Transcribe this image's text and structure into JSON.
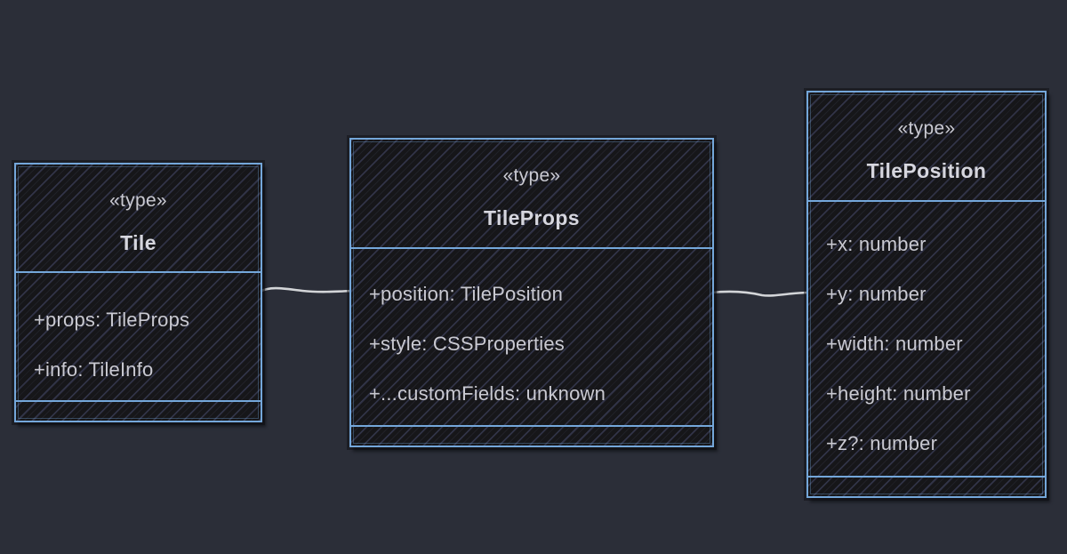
{
  "page": {
    "kind": "uml-class-diagram",
    "theme": "dark-hand-drawn",
    "background": "#2b2e38"
  },
  "palette": {
    "node_fill": "#161619",
    "node_border": "#74a7da",
    "member_text": "#c9c9d1",
    "title_text": "#d6d6de",
    "connector": "#dcdee0"
  },
  "classes": [
    {
      "annotation": "«type»",
      "name": "Tile",
      "members": [
        "+props: TileProps",
        "+info: TileInfo"
      ]
    },
    {
      "annotation": "«type»",
      "name": "TileProps",
      "members": [
        "+position: TilePosition",
        "+style: CSSProperties",
        "+...customFields: unknown"
      ]
    },
    {
      "annotation": "«type»",
      "name": "TilePosition",
      "members": [
        "+x: number",
        "+y: number",
        "+width: number",
        "+height: number",
        "+z?: number"
      ]
    }
  ],
  "relations": [
    {
      "from": "Tile",
      "to": "TileProps",
      "style": "solid-line"
    },
    {
      "from": "TileProps",
      "to": "TilePosition",
      "style": "solid-line"
    }
  ]
}
